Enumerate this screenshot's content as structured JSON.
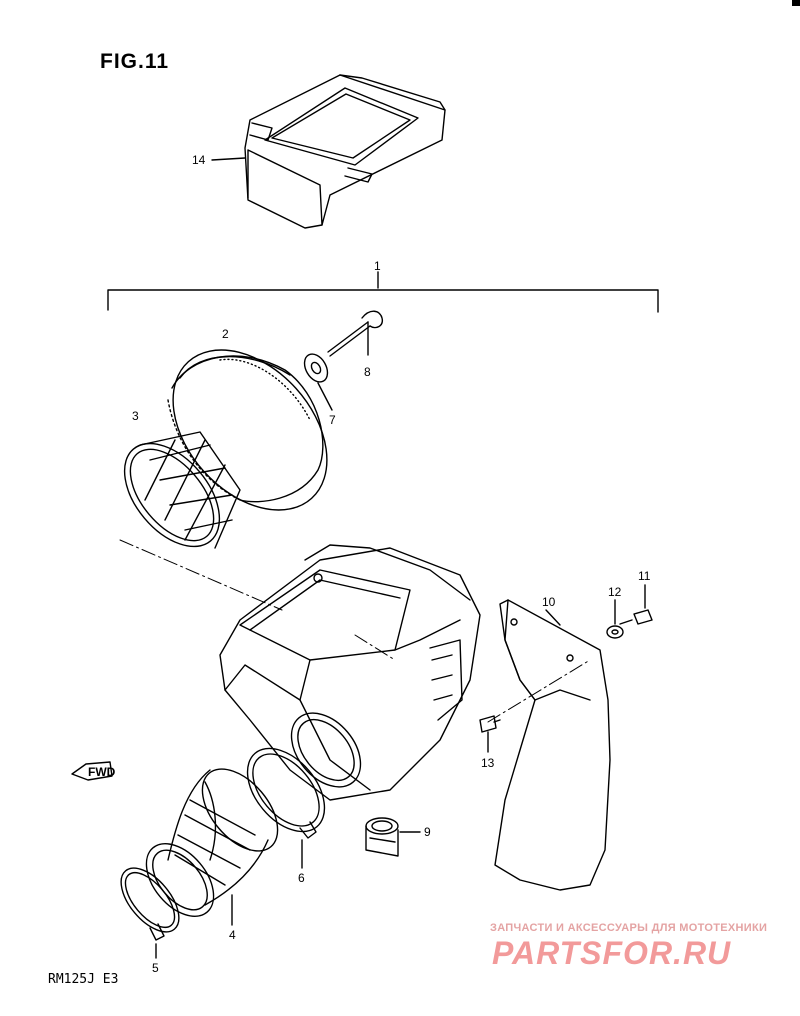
{
  "figure": {
    "title": "FIG.11",
    "model_code": "RM125J E3"
  },
  "direction_label": "FWD",
  "parts": [
    {
      "id": "1",
      "label": "1"
    },
    {
      "id": "2",
      "label": "2"
    },
    {
      "id": "3",
      "label": "3"
    },
    {
      "id": "4",
      "label": "4"
    },
    {
      "id": "5",
      "label": "5"
    },
    {
      "id": "6",
      "label": "6"
    },
    {
      "id": "7",
      "label": "7"
    },
    {
      "id": "8",
      "label": "8"
    },
    {
      "id": "9",
      "label": "9"
    },
    {
      "id": "10",
      "label": "10"
    },
    {
      "id": "11",
      "label": "11"
    },
    {
      "id": "12",
      "label": "12"
    },
    {
      "id": "13",
      "label": "13"
    },
    {
      "id": "14",
      "label": "14"
    }
  ],
  "watermark": {
    "subtitle": "ЗАПЧАСТИ И АКСЕССУАРЫ ДЛЯ МОТОТЕХНИКИ",
    "brand": "PARTSFOR.RU"
  }
}
